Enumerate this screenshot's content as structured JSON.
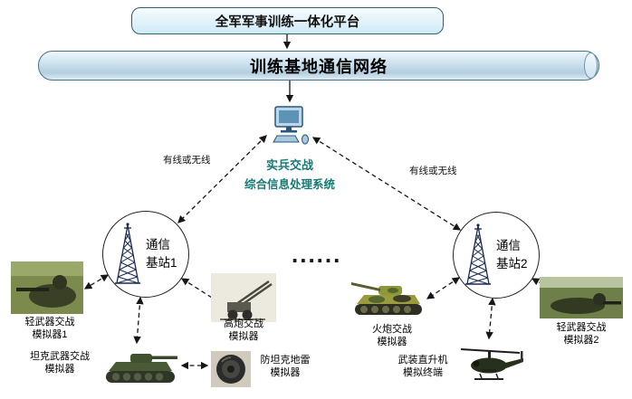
{
  "colors": {
    "platform_fill": "#d7eef8",
    "cylinder_fill": "#c4dbec",
    "processor_text": "#177a74",
    "connector_line": "#161616"
  },
  "platform": {
    "label": "全军军事训练一体化平台"
  },
  "network": {
    "label": "训练基地通信网络"
  },
  "processor": {
    "line1": "实兵交战",
    "line2": "综合信息处理系统"
  },
  "links": {
    "left": "有线或无线",
    "right": "有线或无线"
  },
  "stations": [
    {
      "line1": "通信",
      "line2": "基站1"
    },
    {
      "line1": "通信",
      "line2": "基站2"
    }
  ],
  "ellipsis": "......",
  "devices": [
    {
      "name": "light-weapon-sim-1",
      "label1": "轻武器交战",
      "label2": "模拟器1"
    },
    {
      "name": "aa-gun-sim",
      "label1": "高炮交战",
      "label2": "模拟器"
    },
    {
      "name": "tank-weapon-sim",
      "label1": "坦克武器交战",
      "label2": "模拟器"
    },
    {
      "name": "anti-tank-mine-sim",
      "label1": "防坦克地雷",
      "label2": "模拟器"
    },
    {
      "name": "artillery-sim",
      "label1": "火炮交战",
      "label2": "模拟器"
    },
    {
      "name": "helicopter-terminal",
      "label1": "武装直升机",
      "label2": "模拟终端"
    },
    {
      "name": "light-weapon-sim-2",
      "label1": "轻武器交战",
      "label2": "模拟器2"
    }
  ]
}
